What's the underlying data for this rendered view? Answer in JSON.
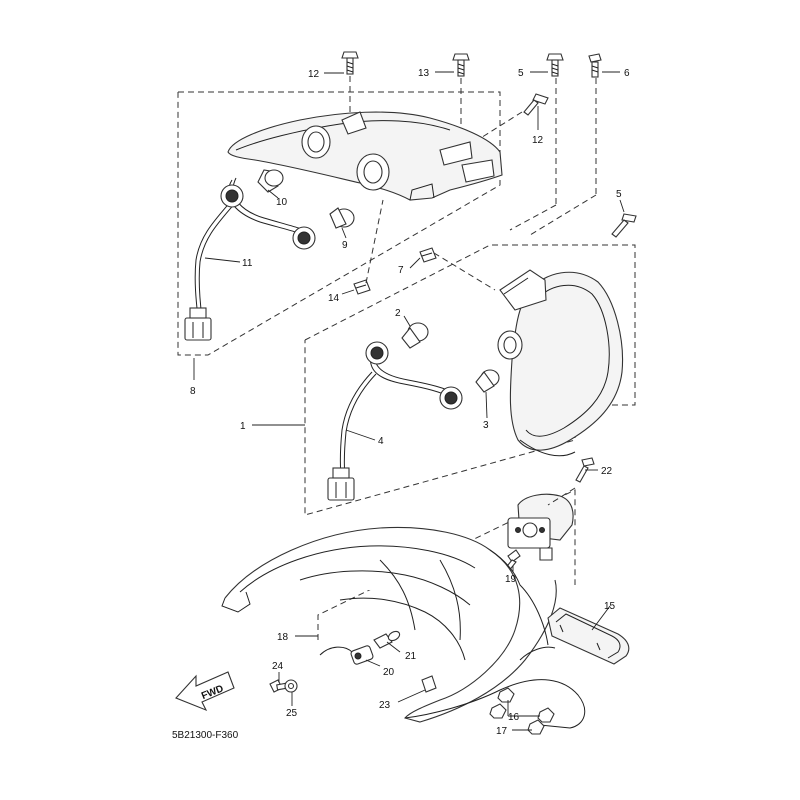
{
  "diagram_code": "5B21300-F360",
  "direction_label": "FWD",
  "callouts": [
    {
      "id": "c12a",
      "label": "12"
    },
    {
      "id": "c13",
      "label": "13"
    },
    {
      "id": "c5a",
      "label": "5"
    },
    {
      "id": "c6",
      "label": "6"
    },
    {
      "id": "c12b",
      "label": "12"
    },
    {
      "id": "c10",
      "label": "10"
    },
    {
      "id": "c9",
      "label": "9"
    },
    {
      "id": "c11",
      "label": "11"
    },
    {
      "id": "c5b",
      "label": "5"
    },
    {
      "id": "c7",
      "label": "7"
    },
    {
      "id": "c14",
      "label": "14"
    },
    {
      "id": "c2",
      "label": "2"
    },
    {
      "id": "c8",
      "label": "8"
    },
    {
      "id": "c1",
      "label": "1"
    },
    {
      "id": "c4",
      "label": "4"
    },
    {
      "id": "c3",
      "label": "3"
    },
    {
      "id": "c22",
      "label": "22"
    },
    {
      "id": "c19",
      "label": "19"
    },
    {
      "id": "c15",
      "label": "15"
    },
    {
      "id": "c18",
      "label": "18"
    },
    {
      "id": "c21",
      "label": "21"
    },
    {
      "id": "c20",
      "label": "20"
    },
    {
      "id": "c24",
      "label": "24"
    },
    {
      "id": "c25",
      "label": "25"
    },
    {
      "id": "c23",
      "label": "23"
    },
    {
      "id": "c16",
      "label": "16"
    },
    {
      "id": "c17",
      "label": "17"
    }
  ]
}
